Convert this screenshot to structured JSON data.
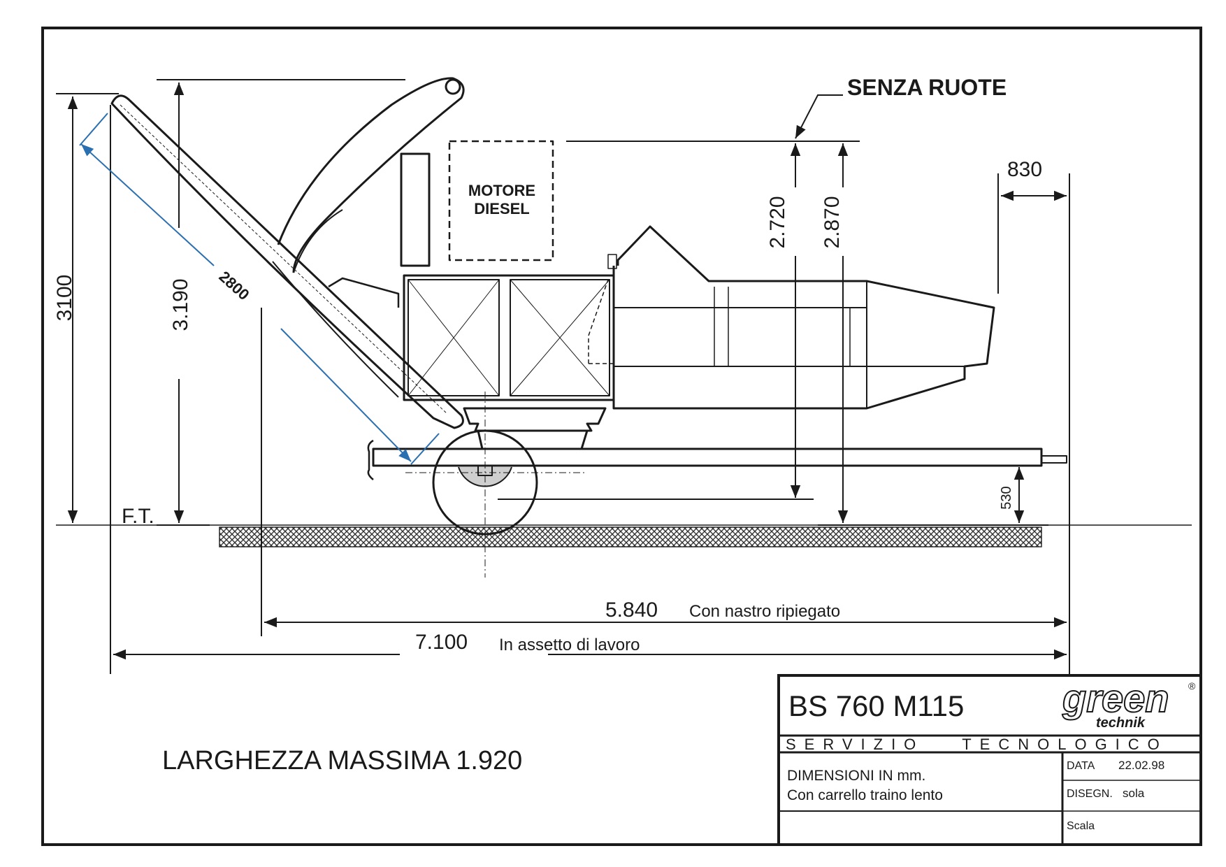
{
  "labels": {
    "senza_ruote": "SENZA RUOTE",
    "motore_diesel_1": "MOTORE",
    "motore_diesel_2": "DIESEL",
    "ground_ref": "F.T.",
    "larghezza": "LARGHEZZA MASSIMA 1.920"
  },
  "dimensions": {
    "h_3100": "3100",
    "h_3190": "3.190",
    "belt_2800": "2800",
    "h_2720": "2.720",
    "h_2870": "2.870",
    "w_830": "830",
    "h_530": "530",
    "len_5840": "5.840",
    "len_5840_note": "Con nastro ripiegato",
    "len_7100": "7.100",
    "len_7100_note": "In assetto di lavoro"
  },
  "title_block": {
    "model": "BS 760 M115",
    "brand_top": "green",
    "brand_bottom": "technik",
    "registered": "®",
    "service": "SERVIZIO   TECNOLOGICO",
    "desc_line1": "DIMENSIONI IN mm.",
    "desc_line2": "Con carrello traino lento",
    "data_label": "DATA",
    "data_value": "22.02.98",
    "disegn_label": "DISEGN.",
    "disegn_value": "sola",
    "scala_label": "Scala"
  },
  "colors": {
    "line": "#1a1a1a",
    "dimension_blue": "#2a6fb0",
    "hatch": "#333333"
  }
}
